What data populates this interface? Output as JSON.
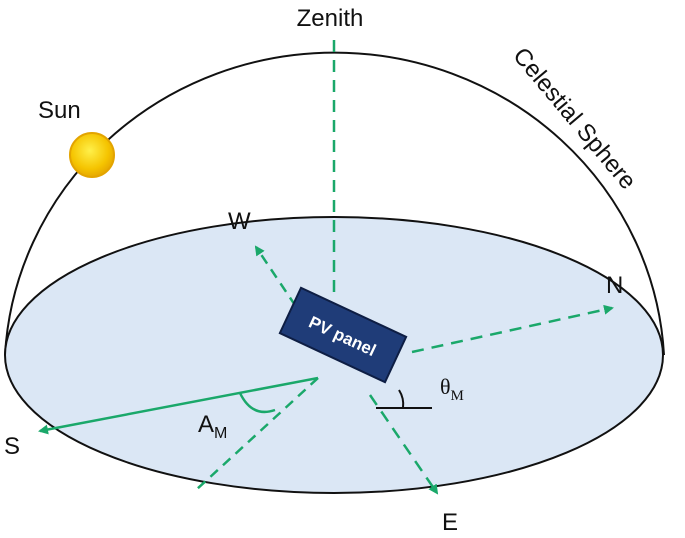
{
  "labels": {
    "zenith": "Zenith",
    "celestial_sphere": "Celestial Sphere",
    "sun": "Sun",
    "west": "W",
    "north": "N",
    "south": "S",
    "east": "E",
    "panel": "PV panel",
    "azimuth_main": "A",
    "azimuth_sub": "M",
    "tilt_main": "θ",
    "tilt_sub": "M"
  },
  "colors": {
    "ground": "#dbe7f5",
    "arrow": "#1aa86a",
    "panel": "#1f3c78",
    "sun": "#f5c400",
    "outline": "#111111"
  }
}
